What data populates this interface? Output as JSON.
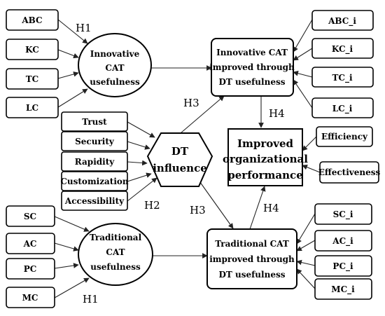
{
  "nodes": {
    "abc": "ABC",
    "kc": "KC",
    "tc": "TC",
    "lc": "LC",
    "innovative_usefulness": [
      "Innovative",
      "CAT",
      "usefulness"
    ],
    "innovative_improved": [
      "Innovative CAT",
      "improved through",
      "DT usefulness"
    ],
    "abc_i": "ABC_i",
    "kc_i": "KC_i",
    "tc_i": "TC_i",
    "lc_i": "LC_i",
    "trust": "Trust",
    "security": "Security",
    "rapidity": "Rapidity",
    "customization": "Customization",
    "accessibility": "Accessibility",
    "dt_influence": [
      "DT",
      "influence"
    ],
    "improved_performance": [
      "Improved",
      "organizational",
      "performance"
    ],
    "efficiency": "Efficiency",
    "effectiveness": "Effectiveness",
    "sc": "SC",
    "ac": "AC",
    "pc": "PC",
    "mc": "MC",
    "traditional_usefulness": [
      "Traditional",
      "CAT",
      "usefulness"
    ],
    "traditional_improved": [
      "Traditional CAT",
      "improved through",
      "DT usefulness"
    ],
    "sc_i": "SC_i",
    "ac_i": "AC_i",
    "pc_i": "PC_i",
    "mc_i": "MC_i"
  },
  "hypotheses": {
    "h1_top": "H1",
    "h1_bottom": "H1",
    "h2": "H2",
    "h3_top": "H3",
    "h3_bottom": "H3",
    "h4_top": "H4",
    "h4_bottom": "H4"
  }
}
